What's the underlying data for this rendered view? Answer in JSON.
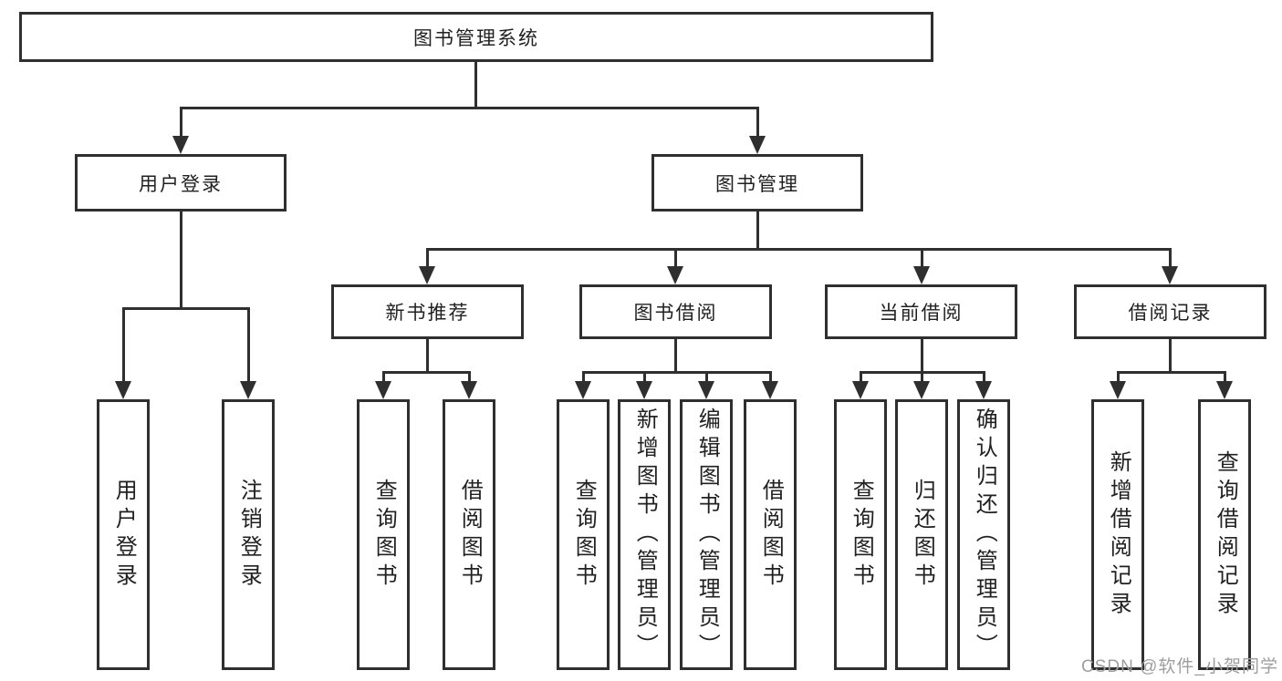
{
  "diagram": {
    "root": {
      "label": "图书管理系统"
    },
    "level2": [
      {
        "id": "user-login",
        "label": "用户登录"
      },
      {
        "id": "book-management",
        "label": "图书管理"
      }
    ],
    "level3": [
      {
        "id": "new-book-recommend",
        "label": "新书推荐"
      },
      {
        "id": "book-borrowing",
        "label": "图书借阅"
      },
      {
        "id": "current-borrowing",
        "label": "当前借阅"
      },
      {
        "id": "borrowing-records",
        "label": "借阅记录"
      }
    ],
    "leaves": {
      "user_login": [
        "用户登录",
        "注销登录"
      ],
      "new_book_recommend": [
        "查询图书",
        "借阅图书"
      ],
      "book_borrowing": [
        "查询图书",
        "新增图书（管理员）",
        "编辑图书（管理员）",
        "借阅图书"
      ],
      "current_borrowing": [
        "查询图书",
        "归还图书",
        "确认归还（管理员）"
      ],
      "borrowing_records": [
        "新增借阅记录",
        "查询借阅记录"
      ]
    },
    "colors": {
      "line": "#2f2f2f",
      "box_border": "#2f2f2f",
      "box_fill": "#ffffff",
      "text": "#212121",
      "watermark_text": "#9e9e9e",
      "background": "#ffffff"
    }
  },
  "watermark": {
    "text": "CSDN @软件_小贺同学"
  }
}
